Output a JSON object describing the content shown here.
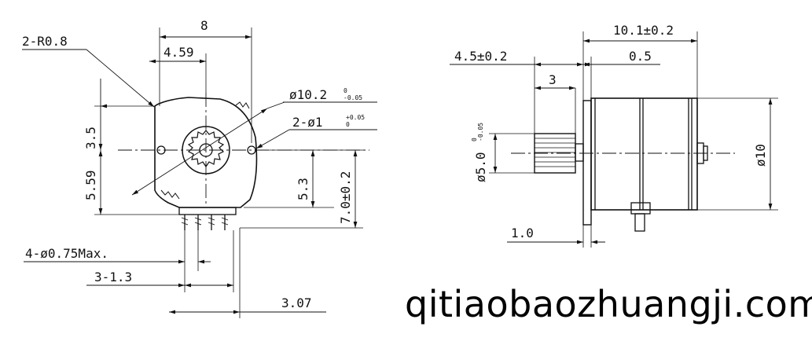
{
  "front_view": {
    "corner_radius": "2-R0.8",
    "width_total": "8",
    "hole_offset": "4.59",
    "upper_height": "3.5",
    "lower_height": "5.59",
    "body_diameter": "ø10.2",
    "body_diameter_tol_upper": "0",
    "body_diameter_tol_lower": "-0.05",
    "mount_holes": "2-ø1",
    "mount_holes_tol_upper": "+0.05",
    "mount_holes_tol_lower": "0",
    "center_height": "5.3",
    "total_height": "7.0±0.2",
    "pin_diameter": "4-ø0.75Max.",
    "pin_pitch": "3-1.3",
    "pin_offset": "3.07"
  },
  "side_view": {
    "overall_length": "10.1±0.2",
    "flange_thickness": "0.5",
    "shaft_length": "4.5±0.2",
    "gear_length": "3",
    "gear_diameter": "ø5.0",
    "gear_diameter_tol_upper": "0",
    "gear_diameter_tol_lower": "-0.05",
    "body_diameter": "ø10",
    "flange_gap": "1.0"
  },
  "watermark": "qitiaobaozhuangji.com"
}
